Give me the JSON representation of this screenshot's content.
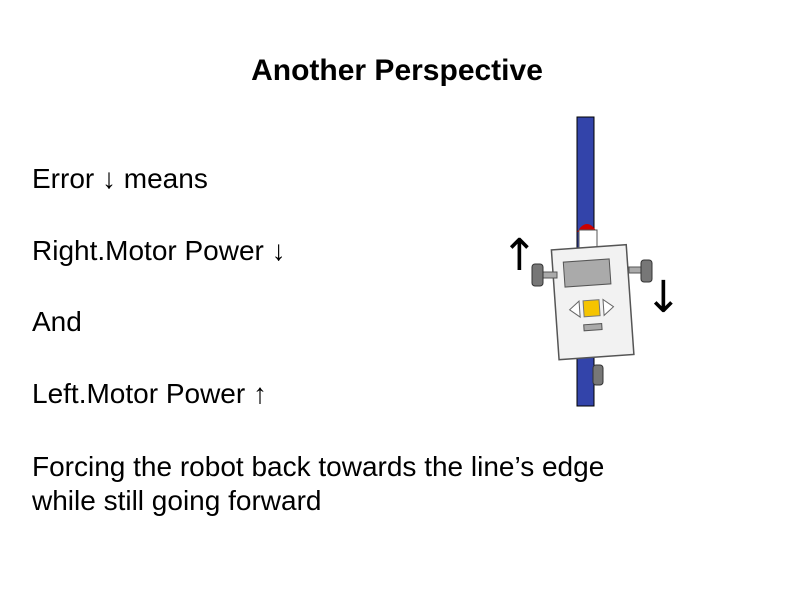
{
  "slide": {
    "title": "Another Perspective",
    "lines": [
      "Error ↓  means",
      "Right.Motor Power ↓",
      "And",
      "Left.Motor Power ↑"
    ],
    "closing_line1": "Forcing the robot back towards the line’s edge",
    "closing_line2": "while still going forward"
  },
  "diagram": {
    "arrow_left": "↑",
    "arrow_right": "↓",
    "line_color": "#3344aa",
    "robot_body_color": "#f2f2f2",
    "sensor_color": "#cc0000",
    "button_color": "#f5c400"
  }
}
